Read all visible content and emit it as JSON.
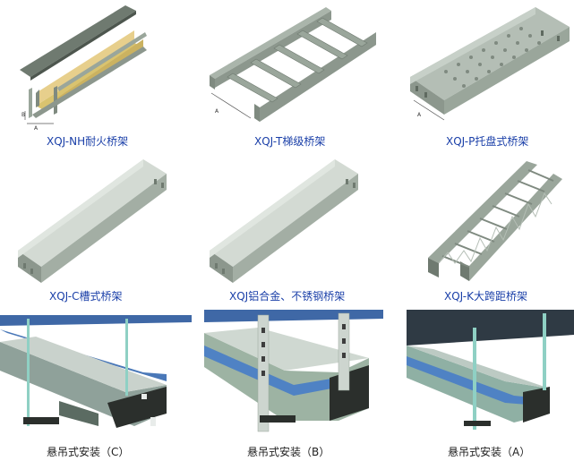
{
  "products": [
    {
      "name": "XQJ-NH耐火桥架"
    },
    {
      "name": "XQJ-T梯级桥架"
    },
    {
      "name": "XQJ-P托盘式桥架"
    },
    {
      "name": "XQJ-C槽式桥架"
    },
    {
      "name": "XQJ铝合金、不锈钢桥架"
    },
    {
      "name": "XQJ-K大跨距桥架"
    }
  ],
  "installations": [
    {
      "name": "悬吊式安装（C）"
    },
    {
      "name": "悬吊式安装（B）"
    },
    {
      "name": "悬吊式安装（A）"
    }
  ],
  "dimension_labels": {
    "a": "A",
    "b": "B"
  },
  "colors": {
    "caption_blue": "#1a3fa8",
    "tray_light": "#c7d0c8",
    "tray_mid": "#9aa69b",
    "tray_dark": "#6f7a70",
    "fire_liner": "#e7cf8c",
    "ceiling_blue": "#4a78b8"
  }
}
